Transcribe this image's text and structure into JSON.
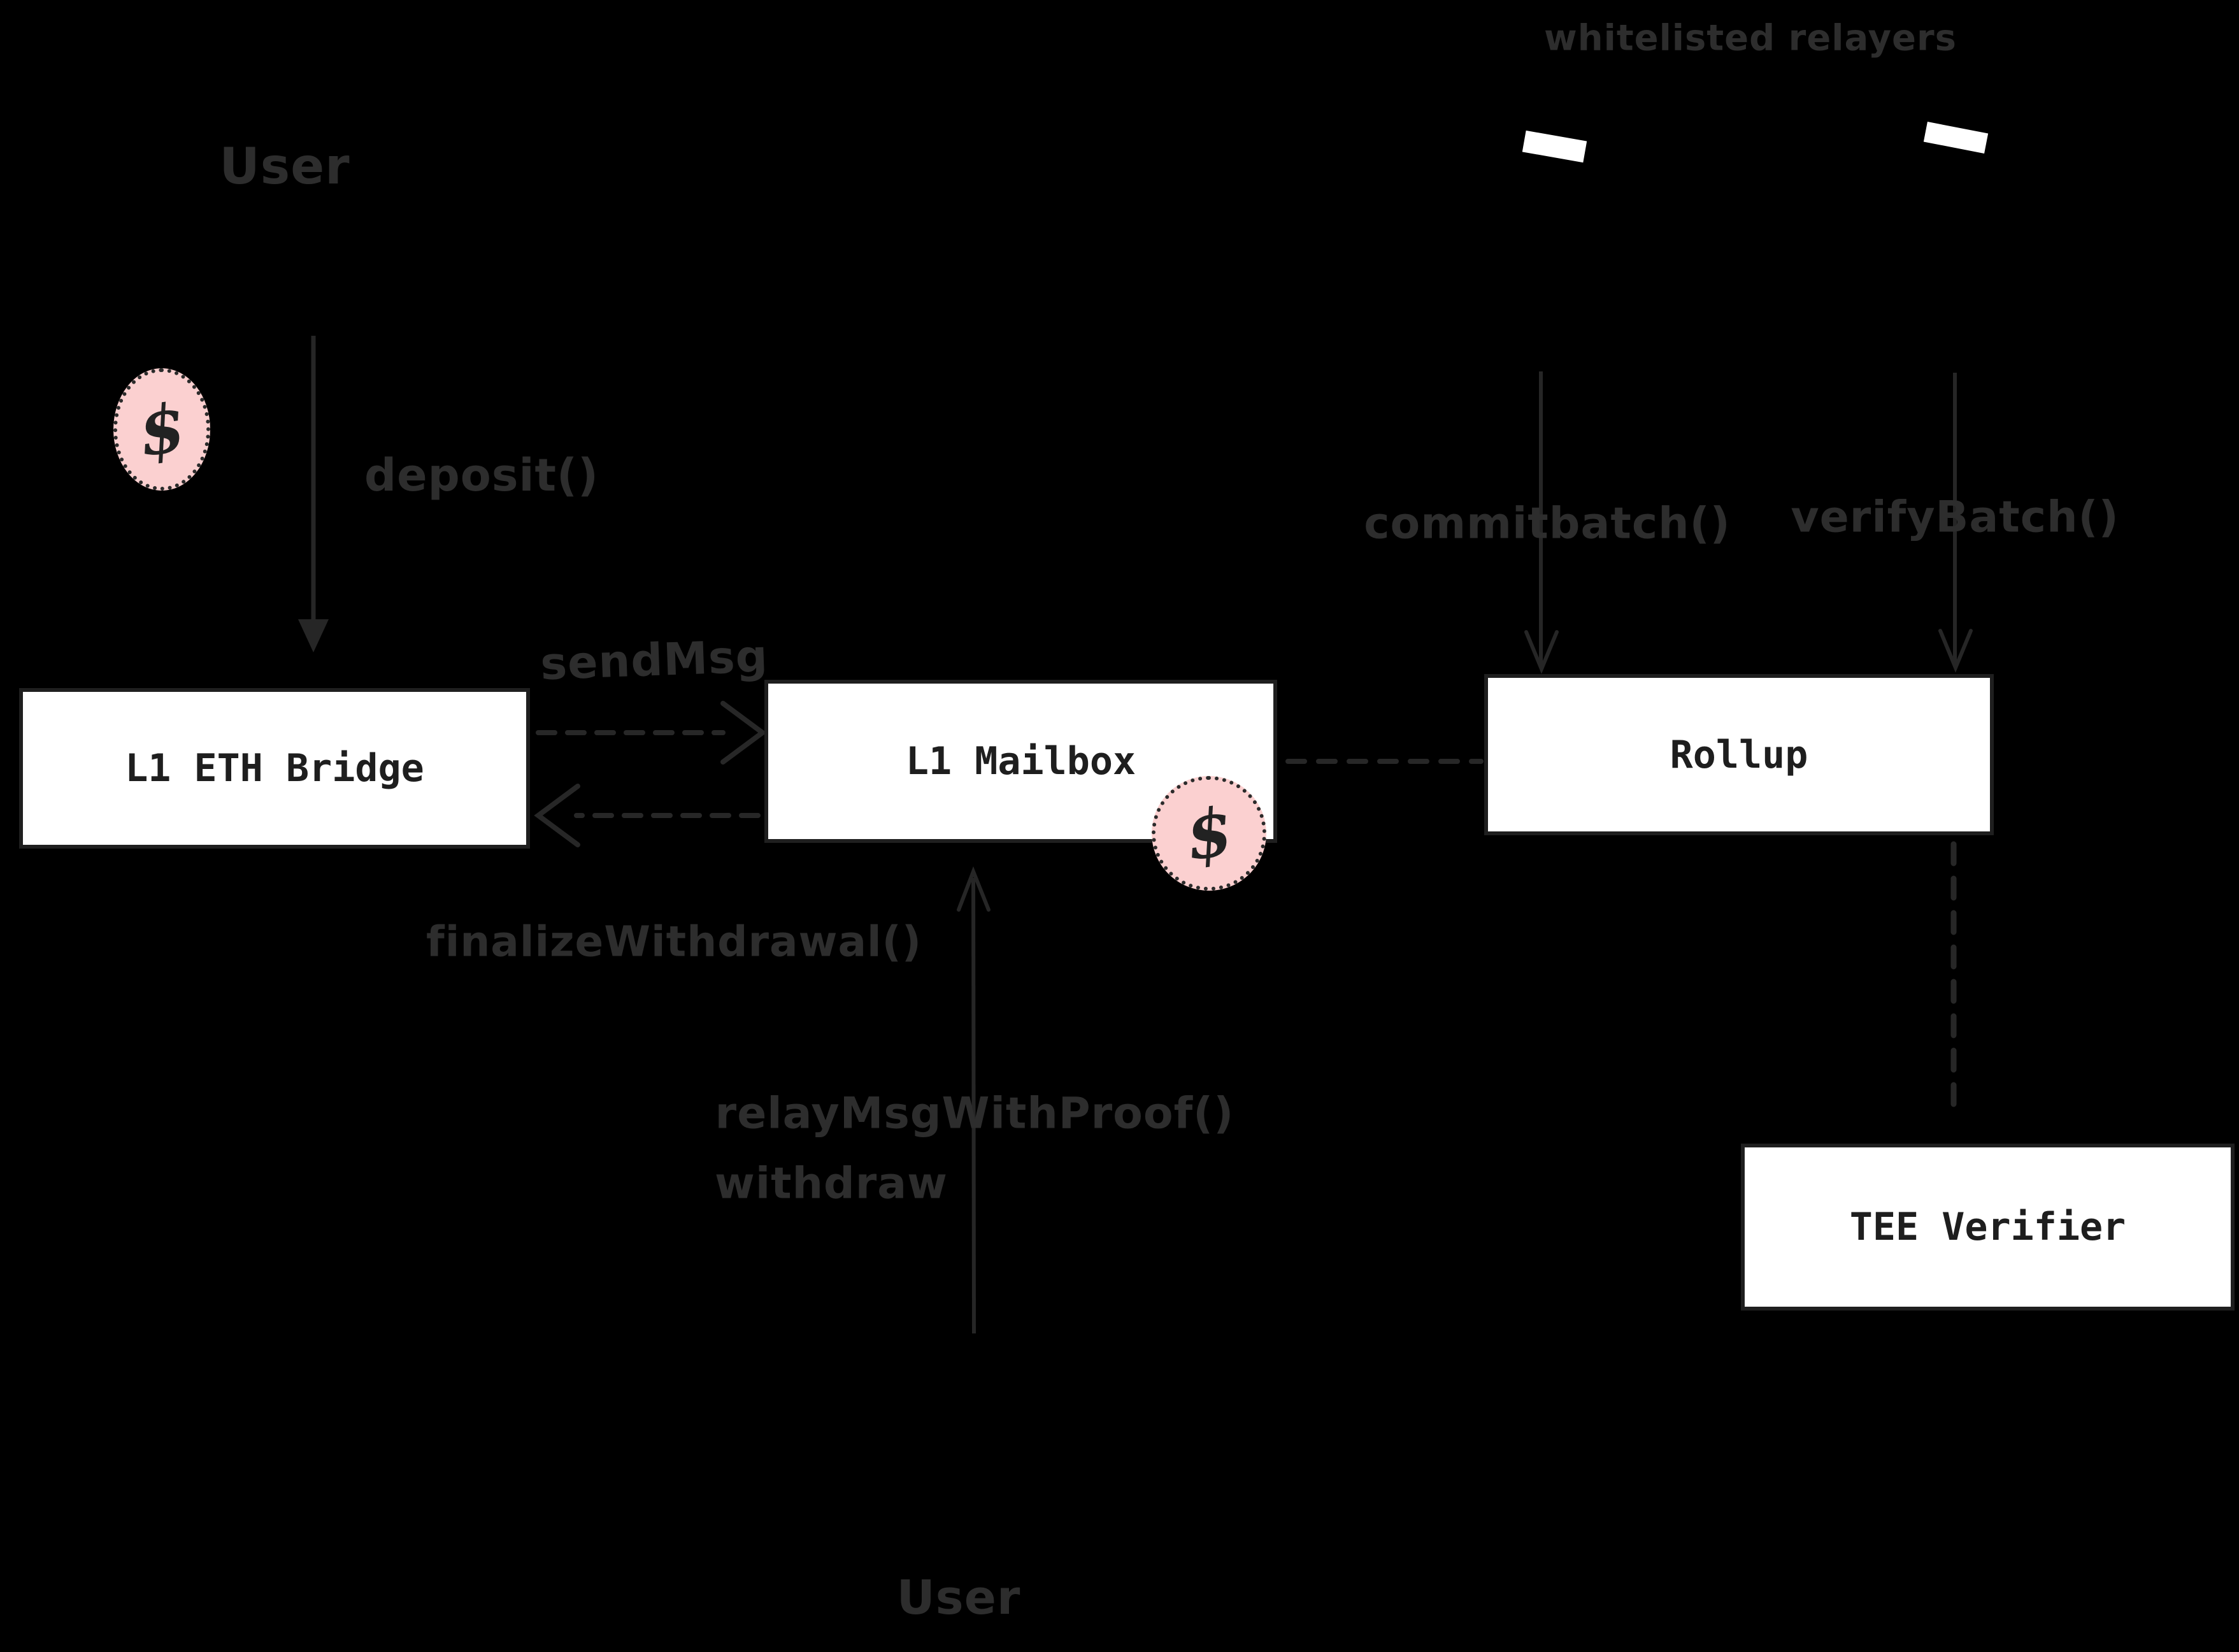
{
  "canvas": {
    "background": "#000000",
    "stroke_color": "#2d2d2d",
    "box_border_color": "#1f1f1f",
    "box_fill_color": "#ffffff",
    "box_text_color": "#1e1e1e",
    "money_fill_color": "#fbd0d0",
    "money_text": "$"
  },
  "labels": {
    "user_top": "User",
    "whitelisted_relayers": "whitelisted relayers",
    "deposit": "deposit()",
    "send_msg": "sendMsg",
    "commitbatch": "commitbatch()",
    "verify_batch": "verifyBatch()",
    "finalize_withdrawal": "finalizeWithdrawal()",
    "relay_msg_with_proof": "relayMsgWithProof()",
    "withdraw": "withdraw",
    "user_bottom": "User"
  },
  "nodes": {
    "l1_eth_bridge": {
      "label": "L1 ETH Bridge"
    },
    "l1_mailbox": {
      "label": "L1 Mailbox"
    },
    "rollup": {
      "label": "Rollup"
    },
    "tee_verifier": {
      "label": "TEE Verifier"
    }
  },
  "edges": [
    {
      "from": "User",
      "to": "L1 ETH Bridge",
      "label": "deposit()",
      "style": "solid"
    },
    {
      "from": "L1 ETH Bridge",
      "to": "L1 Mailbox",
      "label": "sendMsg",
      "style": "dashed"
    },
    {
      "from": "L1 Mailbox",
      "to": "L1 ETH Bridge",
      "label": "finalizeWithdrawal()",
      "style": "dashed"
    },
    {
      "from": "L1 Mailbox",
      "to": "Rollup",
      "label": "",
      "style": "dashed"
    },
    {
      "from": "relayer-left",
      "to": "Rollup",
      "label": "commitbatch()",
      "style": "solid"
    },
    {
      "from": "relayer-right",
      "to": "Rollup",
      "label": "verifyBatch()",
      "style": "solid"
    },
    {
      "from": "Rollup",
      "to": "TEE Verifier",
      "label": "",
      "style": "dashed"
    },
    {
      "from": "User",
      "to": "L1 Mailbox",
      "label": "relayMsgWithProof() withdraw",
      "style": "solid"
    }
  ]
}
